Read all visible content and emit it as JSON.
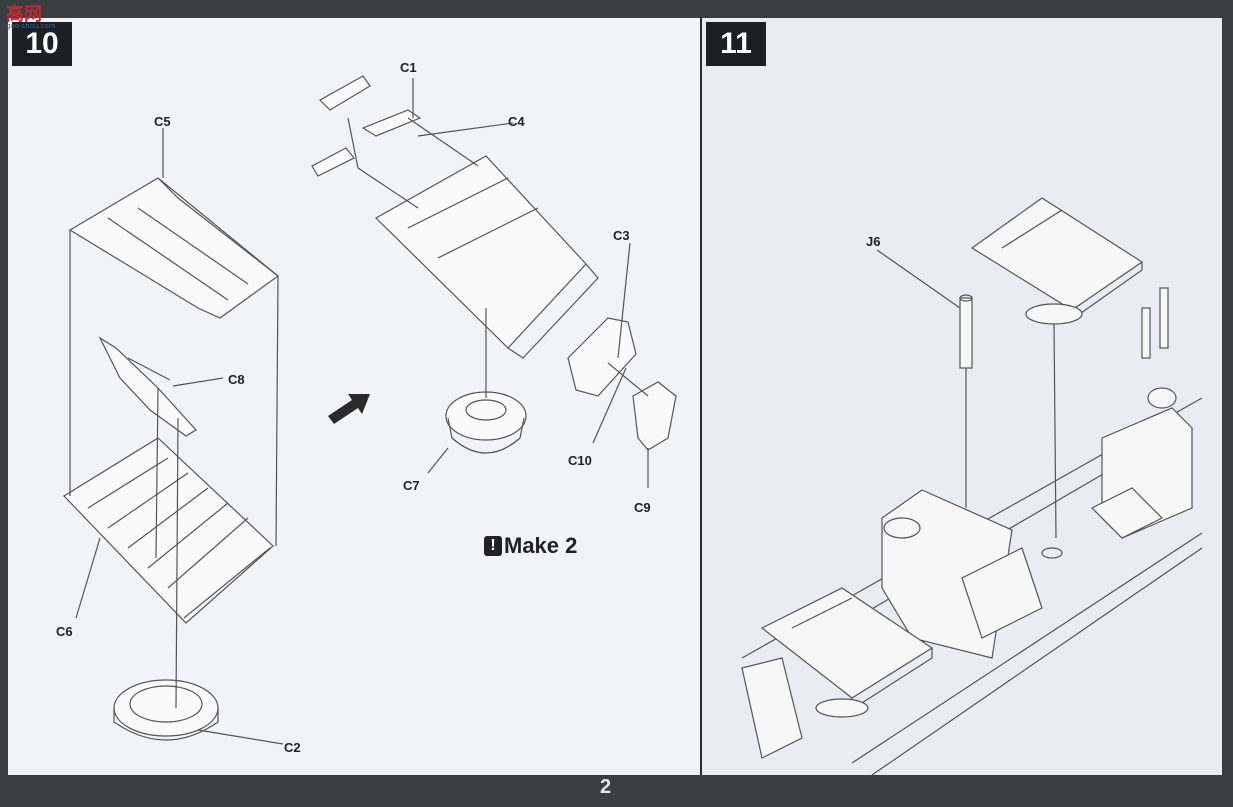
{
  "watermark": {
    "logo": "高网",
    "url": "gao-shou.com"
  },
  "step_left": {
    "number": "10"
  },
  "step_right": {
    "number": "11"
  },
  "parts": {
    "c1": "C1",
    "c2": "C2",
    "c3": "C3",
    "c4": "C4",
    "c5": "C5",
    "c6": "C6",
    "c7": "C7",
    "c8": "C8",
    "c9": "C9",
    "c10": "C10",
    "j6": "J6"
  },
  "note": {
    "icon": "exclamation-icon",
    "text": "Make 2"
  },
  "footer": {
    "page_number": "2"
  }
}
